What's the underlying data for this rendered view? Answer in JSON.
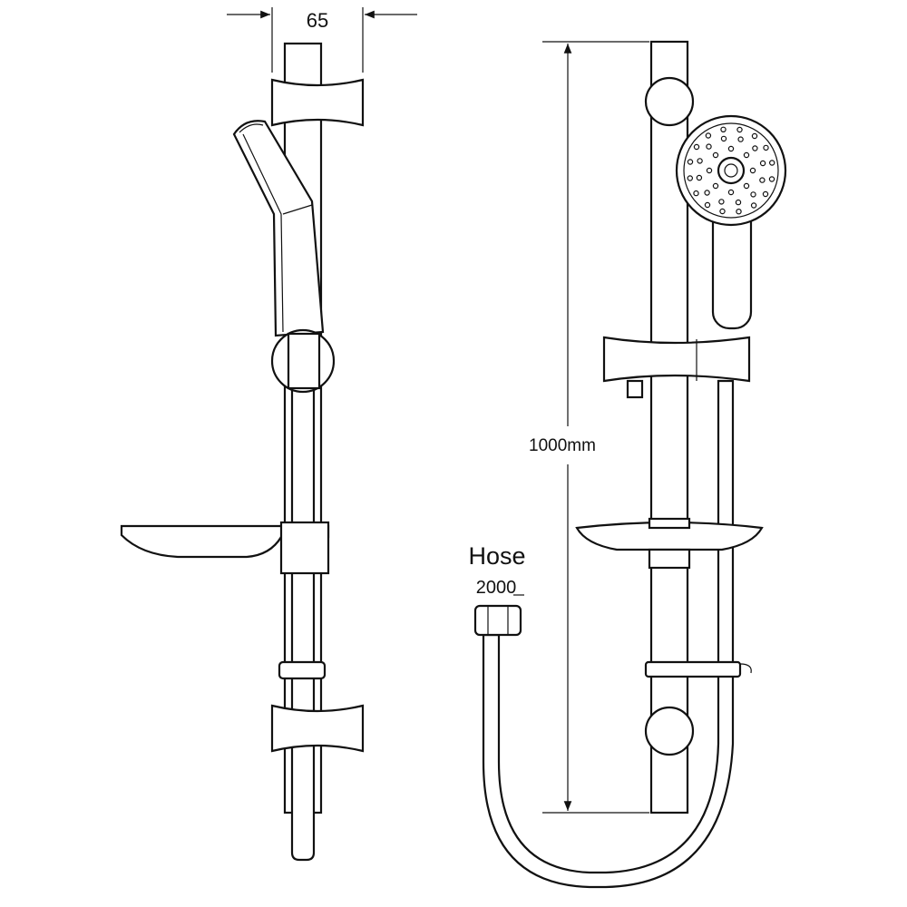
{
  "dimensions": {
    "width_label": "65",
    "rail_length_label": "1000mm"
  },
  "hose": {
    "title": "Hose",
    "length_label": "2000"
  }
}
